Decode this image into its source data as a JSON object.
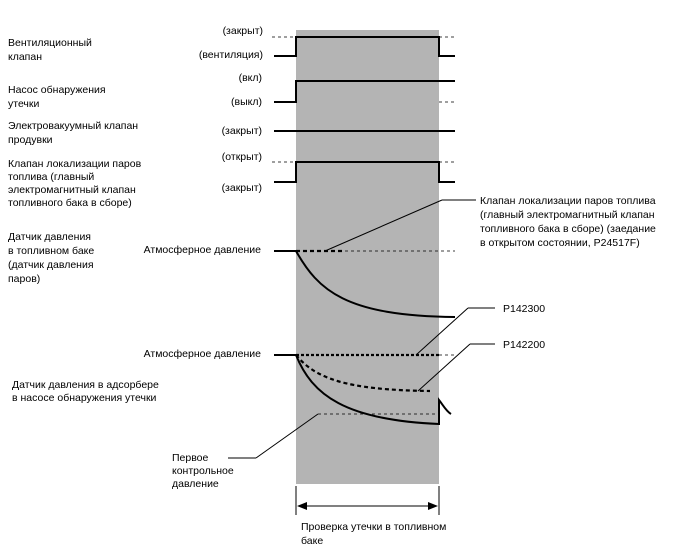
{
  "signals": [
    {
      "label_lines": [
        "Вентиляционный",
        "клапан"
      ],
      "state_high": "(закрыт)",
      "state_low": "(вентиляция)"
    },
    {
      "label_lines": [
        "Насос обнаружения",
        "утечки"
      ],
      "state_high": "(вкл)",
      "state_low": "(выкл)"
    },
    {
      "label_lines": [
        "Электровакуумный клапан",
        "продувки"
      ],
      "state_high": "(закрыт)"
    },
    {
      "label_lines": [
        "Клапан локализации паров",
        "топлива (главный",
        "электромагнитный клапан",
        "топливного бака в сборе)"
      ],
      "state_high": "(открыт)",
      "state_low": "(закрыт)"
    }
  ],
  "tank_sensor": {
    "label_lines": [
      "Датчик давления",
      "в топливном баке",
      "(датчик давления",
      "паров)"
    ],
    "reference": "Атмосферное давление"
  },
  "canister_sensor": {
    "label_lines": [
      "Датчик давления в адсорбере",
      "в насосе обнаружения утечки"
    ],
    "reference": "Атмосферное давление"
  },
  "callouts": {
    "vapor_valve_stuck": [
      "Клапан локализации паров топлива",
      "(главный электромагнитный клапан",
      "топливного бака в сборе) (заедание",
      "в открытом состоянии, P24517F)"
    ],
    "p142300": "P142300",
    "p142200": "P142200",
    "first_control": [
      "Первое",
      "контрольное",
      "давление"
    ]
  },
  "test_window": {
    "label_lines": [
      "Проверка утечки в топливном",
      "баке"
    ]
  },
  "colors": {
    "test_zone": "#b4b4b4",
    "line": "#000000"
  }
}
